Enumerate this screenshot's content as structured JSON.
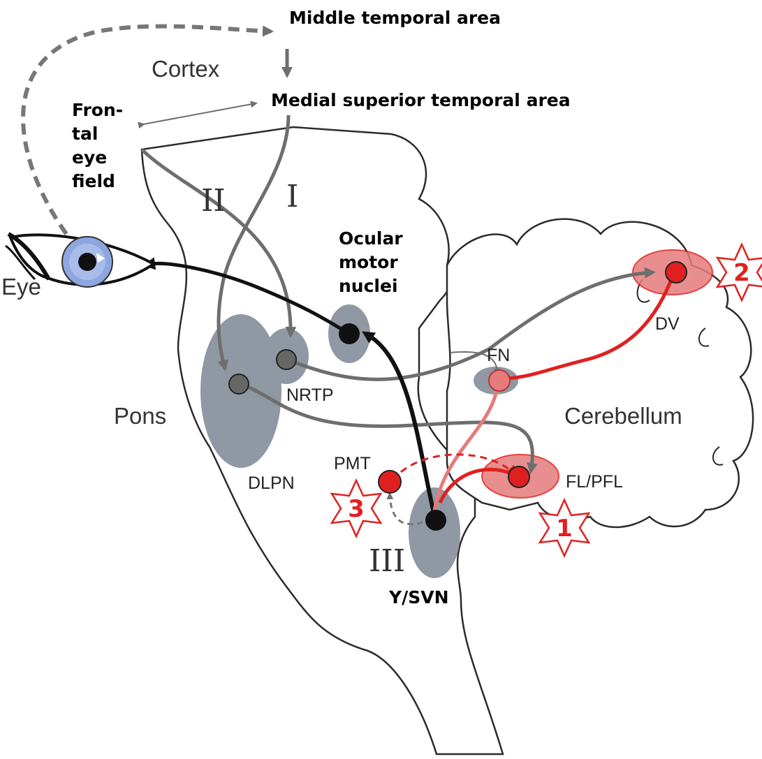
{
  "labels": {
    "mt": "Middle temporal area",
    "mst": "Medial superior temporal area",
    "cortex": "Cortex",
    "fef": [
      "Fron-",
      "tal",
      "eye",
      "field"
    ],
    "eye": "Eye",
    "ocular": [
      "Ocular",
      "motor",
      "nuclei"
    ],
    "pons": "Pons",
    "nrtp": "NRTP",
    "dlpn": "DLPN",
    "fn": "FN",
    "dv": "DV",
    "cerebellum": "Cerebellum",
    "pmt": "PMT",
    "flpfl": "FL/PFL",
    "ysvn": "Y/SVN"
  },
  "pathways": {
    "p1": "I",
    "p2": "II",
    "p3": "III"
  },
  "stars": {
    "s1": "1",
    "s2": "2",
    "s3": "3"
  },
  "colors": {
    "outline": "#2b2b2b",
    "grey_path": "#6e6e6e",
    "black_path": "#111111",
    "red": "#e02020",
    "light_red": "#e77a7a",
    "nucleus_grey": "#8f98a3",
    "iris": "#8ea6e0"
  }
}
